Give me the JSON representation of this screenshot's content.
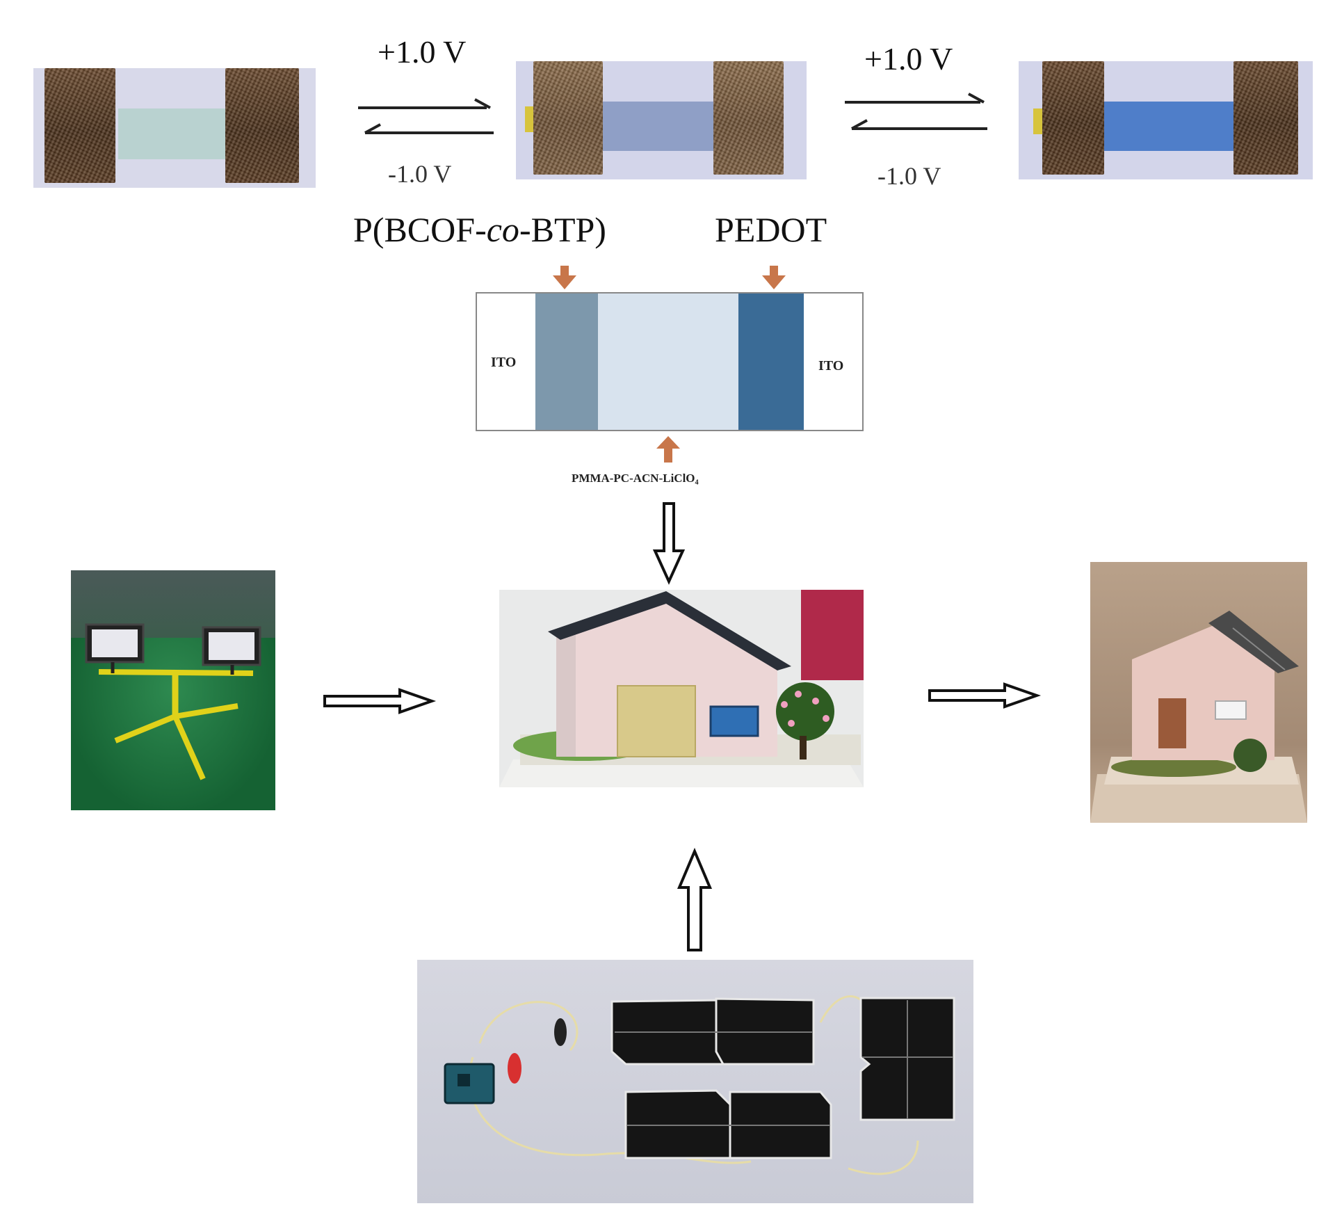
{
  "top_row": {
    "forward_voltage_1": "+1.0 V",
    "reverse_voltage_1": "-1.0 V",
    "forward_voltage_2": "+1.0 V",
    "reverse_voltage_2": "-1.0 V",
    "material_left": "P(BCOF-co-BTP)",
    "material_left_prefix": "P(BCOF-",
    "material_left_italic": "co",
    "material_left_suffix": "-BTP)",
    "material_right": "PEDOT"
  },
  "schematic": {
    "electrode_left": "ITO",
    "electrode_right": "ITO",
    "electrolyte": "PMMA-PC-ACN-LiClO₄",
    "colors": {
      "ito": "#ffffff",
      "polymer_layer": "#7d98ac",
      "electrolyte_layer": "#d8e3ee",
      "pedot_layer": "#3a6b96",
      "pointer_arrow": "#c8764a"
    }
  },
  "photos": {
    "cell_states": [
      "bleached",
      "intermediate",
      "colored"
    ],
    "lamp": "twin-flood-lamp-on-tripod",
    "house_center": "model-house-with-ecd-window",
    "house_right": "model-house-side-view",
    "solar": "solar-panels-with-circuit-board"
  },
  "icons": {
    "equilibrium_arrow": "equilibrium-arrows-icon",
    "flow_arrow": "hollow-arrow-icon"
  }
}
